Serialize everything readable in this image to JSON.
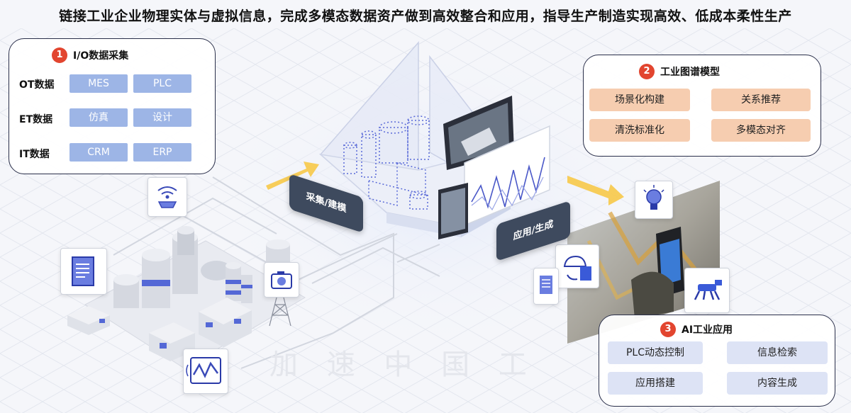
{
  "headline": "链接工业企业物理实体与虚拟信息，完成多模态数据资产做到高效整合和应用，指导生产制造实现高效、低成本柔性生产",
  "panel1": {
    "number": "1",
    "title": "I/O数据采集",
    "rows": [
      {
        "label": "OT数据",
        "items": [
          "MES",
          "PLC"
        ]
      },
      {
        "label": "ET数据",
        "items": [
          "仿真",
          "设计"
        ]
      },
      {
        "label": "IT数据",
        "items": [
          "CRM",
          "ERP"
        ]
      }
    ]
  },
  "panel2": {
    "number": "2",
    "title": "工业图谱模型",
    "items": [
      "场景化构建",
      "关系推荐",
      "清洗标准化",
      "多模态对齐"
    ]
  },
  "panel3": {
    "number": "3",
    "title": "AI工业应用",
    "items": [
      "PLC动态控制",
      "信息检索",
      "应用搭建",
      "内容生成"
    ]
  },
  "tags": {
    "collect": "采集/建模",
    "apply": "应用/生成"
  },
  "watermark": "加 速 中 国 工",
  "colors": {
    "accent_red": "#e2452f",
    "chip_blue": "#9db5e6",
    "chip_orange": "#f6cdb0",
    "chip_lavender": "#dde3f5",
    "tag_dark": "#3e4a5e",
    "arrow_yellow": "#f7c948"
  }
}
